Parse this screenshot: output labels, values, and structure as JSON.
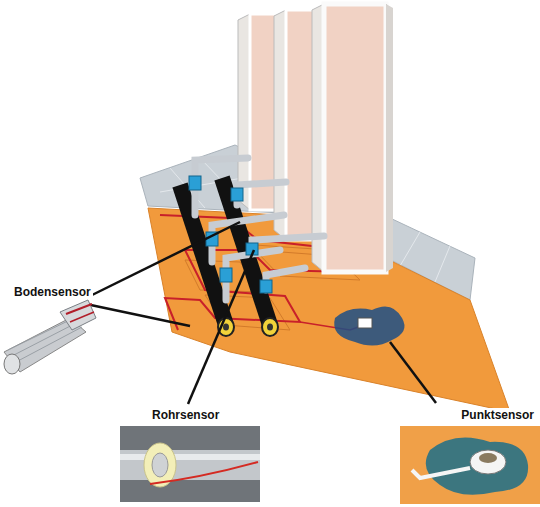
{
  "diagram": {
    "labels": [
      "Bodensensor",
      "Rohrsensor",
      "Punktsensor"
    ]
  }
}
